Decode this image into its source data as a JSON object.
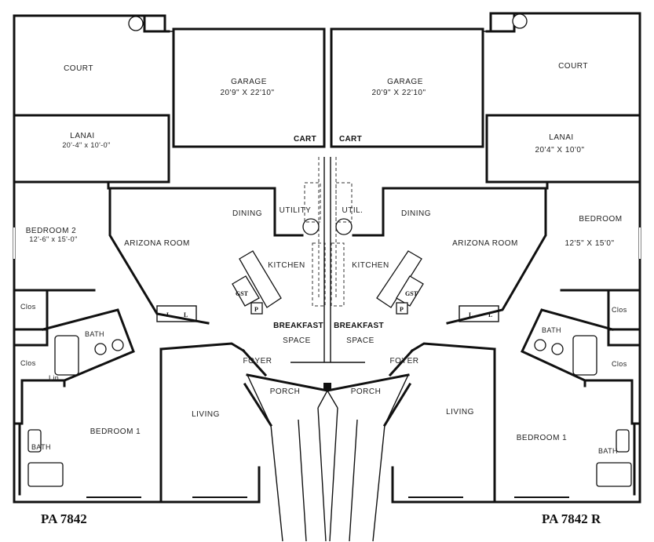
{
  "left_unit": {
    "court": "COURT",
    "lanai": "LANAI",
    "lanai_dim": "20'-4\" x 10'-0\"",
    "garage": "GARAGE",
    "garage_dim": "20'9\" X 22'10\"",
    "cart": "CART",
    "bedroom2": "BEDROOM 2",
    "bedroom2_dim": "12'-6\" x 15'-0\"",
    "arizona_room": "ARIZONA ROOM",
    "dining": "DINING",
    "utility": "UTILITY",
    "kitchen": "KITCHEN",
    "gst": "GST",
    "p": "P",
    "closet_a": "Clos",
    "closet_b": "Clos",
    "bath": "BATH",
    "bath2": "BATH",
    "linen": "Lin",
    "l1": "L",
    "l2": "L",
    "breakfast": "BREAKFAST",
    "space": "SPACE",
    "foyer": "FOYER",
    "porch": "PORCH",
    "living": "LIVING",
    "bedroom1": "BEDROOM 1",
    "plan_id": "PA 7842"
  },
  "right_unit": {
    "court": "COURT",
    "lanai": "LANAI",
    "lanai_dim": "20'4\" X 10'0\"",
    "garage": "GARAGE",
    "garage_dim": "20'9\" X 22'10\"",
    "cart": "CART",
    "bedroom": "BEDROOM",
    "bedroom_dim": "12'5\" X 15'0\"",
    "arizona_room": "ARIZONA ROOM",
    "dining": "DINING",
    "utility": "UTIL.",
    "kitchen": "KITCHEN",
    "gst": "GST",
    "p": "P",
    "closet_a": "Clos",
    "closet_b": "Clos",
    "bath": "BATH",
    "bath2": "BATH",
    "l1": "L",
    "l2": "L",
    "breakfast": "BREAKFAST",
    "space": "SPACE",
    "foyer": "FOYER",
    "porch": "PORCH",
    "living": "LIVING",
    "bedroom1": "BEDROOM 1",
    "plan_id": "PA 7842  R"
  }
}
